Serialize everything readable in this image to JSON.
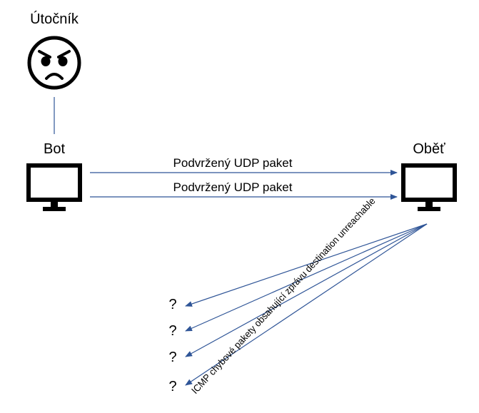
{
  "attacker": {
    "label": "Útočník"
  },
  "bot": {
    "label": "Bot"
  },
  "victim": {
    "label": "Oběť"
  },
  "packets": [
    {
      "label": "Podvržený UDP paket"
    },
    {
      "label": "Podvržený UDP paket"
    }
  ],
  "responses": {
    "label": "ICMP chybové pakety obsahující zprávu destination unreachable",
    "targets": [
      "?",
      "?",
      "?",
      "?"
    ]
  },
  "colors": {
    "arrow": "#2f5597",
    "connector": "#2f5597",
    "icon": "#000000"
  }
}
